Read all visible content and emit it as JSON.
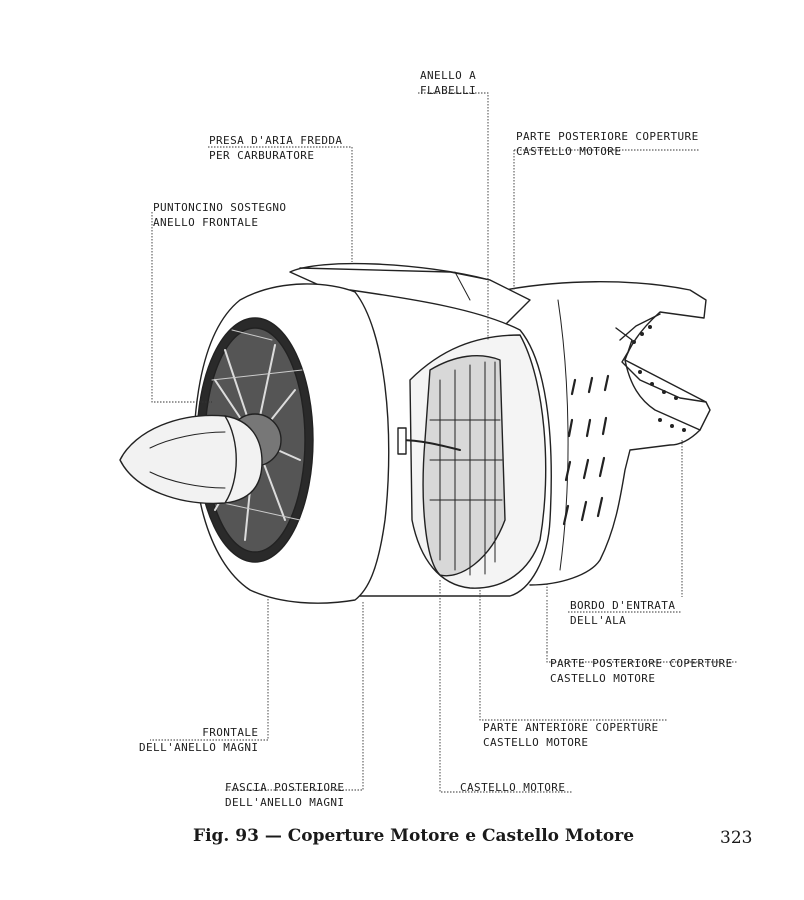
{
  "labels": {
    "anello_flabelli": [
      "ANELLO A",
      "FLABELLI"
    ],
    "parte_post_top": [
      "PARTE POSTERIORE COPERTURE",
      "CASTELLO MOTORE"
    ],
    "presa_aria": [
      "PRESA D'ARIA FREDDA",
      "PER CARBURATORE"
    ],
    "puntoncino": [
      "PUNTONCINO SOSTEGNO",
      "ANELLO FRONTALE"
    ],
    "bordo_entrata": [
      "BORDO D'ENTRATA",
      "DELL'ALA"
    ],
    "parte_post_bottom": [
      "PARTE POSTERIORE COPERTURE",
      "CASTELLO MOTORE"
    ],
    "parte_anteriore": [
      "PARTE ANTERIORE COPERTURE",
      "CASTELLO MOTORE"
    ],
    "frontale": [
      "FRONTALE",
      "DELL'ANELLO MAGNI"
    ],
    "fascia": [
      "FASCIA POSTERIORE",
      "DELL'ANELLO MAGNI"
    ],
    "castello": [
      "CASTELLO MOTORE"
    ]
  },
  "caption": {
    "text": "Fig. 93 — Coperture Motore e Castello Motore",
    "page_number": "323"
  }
}
